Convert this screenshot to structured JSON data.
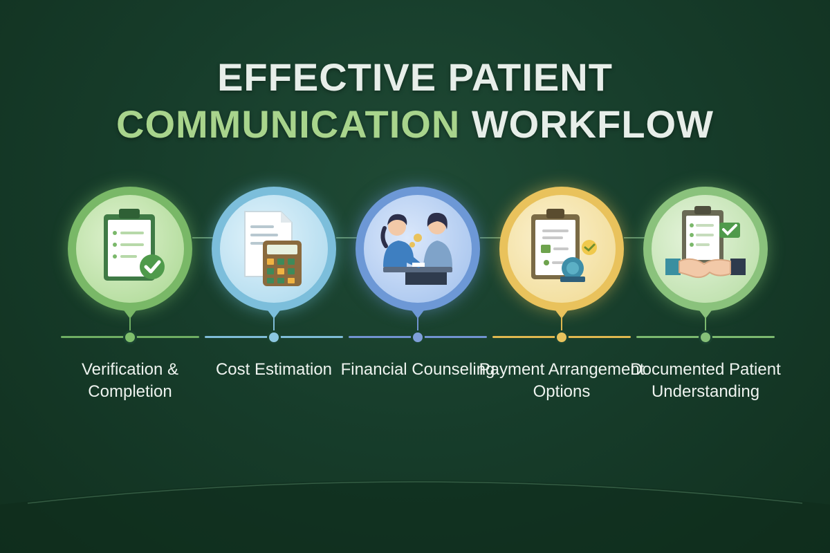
{
  "title": {
    "line1": "EFFECTIVE PATIENT",
    "line2_accent": "COMMUNICATION",
    "line2_rest": "WORKFLOW"
  },
  "steps": [
    {
      "label": "Verification & Completion",
      "icon": "clipboard-check-icon",
      "theme": "green",
      "color": "#79b867"
    },
    {
      "label": "Cost Estimation",
      "icon": "document-calculator-icon",
      "theme": "cyan",
      "color": "#7cbedb"
    },
    {
      "label": "Financial Counseling",
      "icon": "counseling-people-icon",
      "theme": "blue",
      "color": "#6d98d6"
    },
    {
      "label": "Payment Arrangement Options",
      "icon": "payment-clipboard-icon",
      "theme": "yellow",
      "color": "#e9c25c"
    },
    {
      "label": "Documented Patient Understanding",
      "icon": "handshake-document-icon",
      "theme": "sage",
      "color": "#8ac27c"
    }
  ],
  "colors": {
    "background": "#173d2b",
    "title_text": "#e7eee9",
    "title_accent": "#a8d48c"
  }
}
